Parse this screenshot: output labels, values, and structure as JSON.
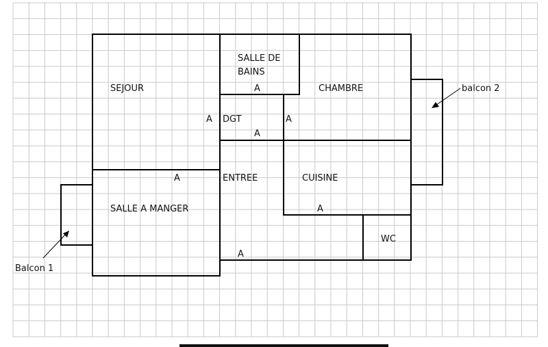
{
  "colors": {
    "grid": "#c8c8c8",
    "walls": "#000000",
    "text": "#111111",
    "background": "#ffffff",
    "bottom_bar": "#111111"
  },
  "rooms": {
    "sejour": "SEJOUR",
    "salle_de_bains_line1": "SALLE DE",
    "salle_de_bains_line2": "BAINS",
    "chambre": "CHAMBRE",
    "dgt": "DGT",
    "entree": "ENTREE",
    "cuisine": "CUISINE",
    "salle_a_manger": "SALLE A MANGER",
    "wc": "WC"
  },
  "balconies": {
    "balcon_1": "Balcon 1",
    "balcon_2": "balcon 2"
  },
  "door_marker": "A"
}
